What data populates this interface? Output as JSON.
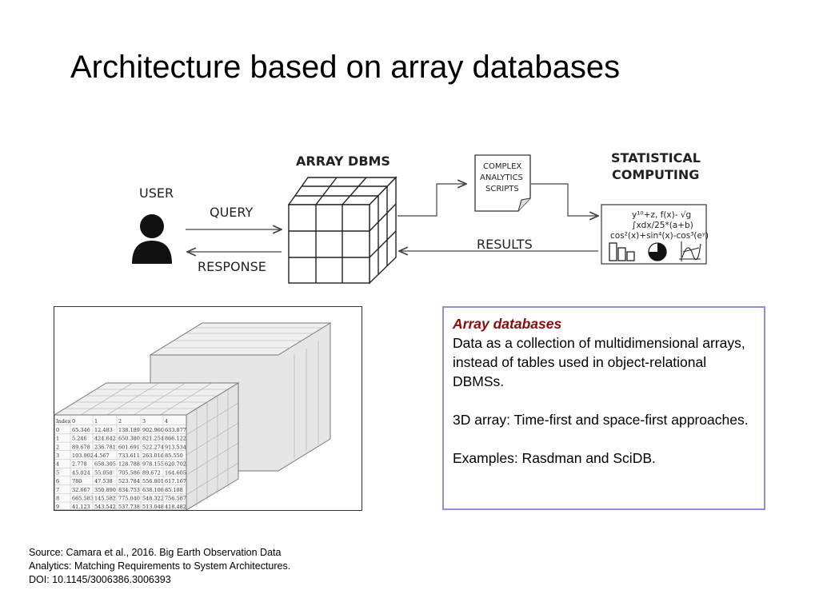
{
  "slide": {
    "title": "Architecture based on array databases"
  },
  "diagram": {
    "user_label": "USER",
    "query_label": "QUERY",
    "response_label": "RESPONSE",
    "dbms_label": "ARRAY DBMS",
    "scripts_label": [
      "COMPLEX",
      "ANALYTICS",
      "SCRIPTS"
    ],
    "stat_label": [
      "STATISTICAL",
      "COMPUTING"
    ],
    "results_label": "RESULTS",
    "formulas": [
      "y¹⁰+z, f(x)- √g",
      "∫xdx/25*(a+b)",
      "cos²(x)+sin⁴(x)-cos³(eʸ)"
    ]
  },
  "cube_table": {
    "header": [
      "Index",
      "0",
      "1",
      "2",
      "3",
      "4"
    ],
    "rows": [
      [
        "0",
        "65.346",
        "12.483",
        "138.189",
        "902.960",
        "633.877"
      ],
      [
        "1",
        "5.246",
        "424.642",
        "650.380",
        "821.254",
        "866.122"
      ],
      [
        "2",
        "89.678",
        "236.781",
        "601.691",
        "522.274",
        "913.534"
      ],
      [
        "3",
        "103.902",
        "4.567",
        "733.611",
        "263.016",
        "85.550"
      ],
      [
        "4",
        "2.778",
        "658.305",
        "128.788",
        "978.155",
        "620.702"
      ],
      [
        "5",
        "45.024",
        "55.058",
        "705.586",
        "89.672",
        "164.605"
      ],
      [
        "6",
        "780",
        "47.538",
        "523.784",
        "556.801",
        "617.167"
      ],
      [
        "7",
        "32.667",
        "350.890",
        "834.753",
        "638.108",
        "85.188"
      ],
      [
        "8",
        "665.583",
        "145.582",
        "775.040",
        "548.322",
        "756.587"
      ],
      [
        "9",
        "41.123",
        "543.542",
        "537.738",
        "513.048",
        "418.482"
      ]
    ]
  },
  "info_box": {
    "heading": "Array databases",
    "para1": "Data as a collection of multidimensional arrays, instead of tables used in object-relational DBMSs.",
    "para2": "3D array: Time-first and space-first approaches.",
    "para3": "Examples: Rasdman and SciDB."
  },
  "source": {
    "line1": "Source: Camara et al., 2016. Big Earth Observation Data",
    "line2": "Analytics: Matching Requirements to System Architectures.",
    "line3": "DOI: 10.1145/3006386.3006393"
  }
}
